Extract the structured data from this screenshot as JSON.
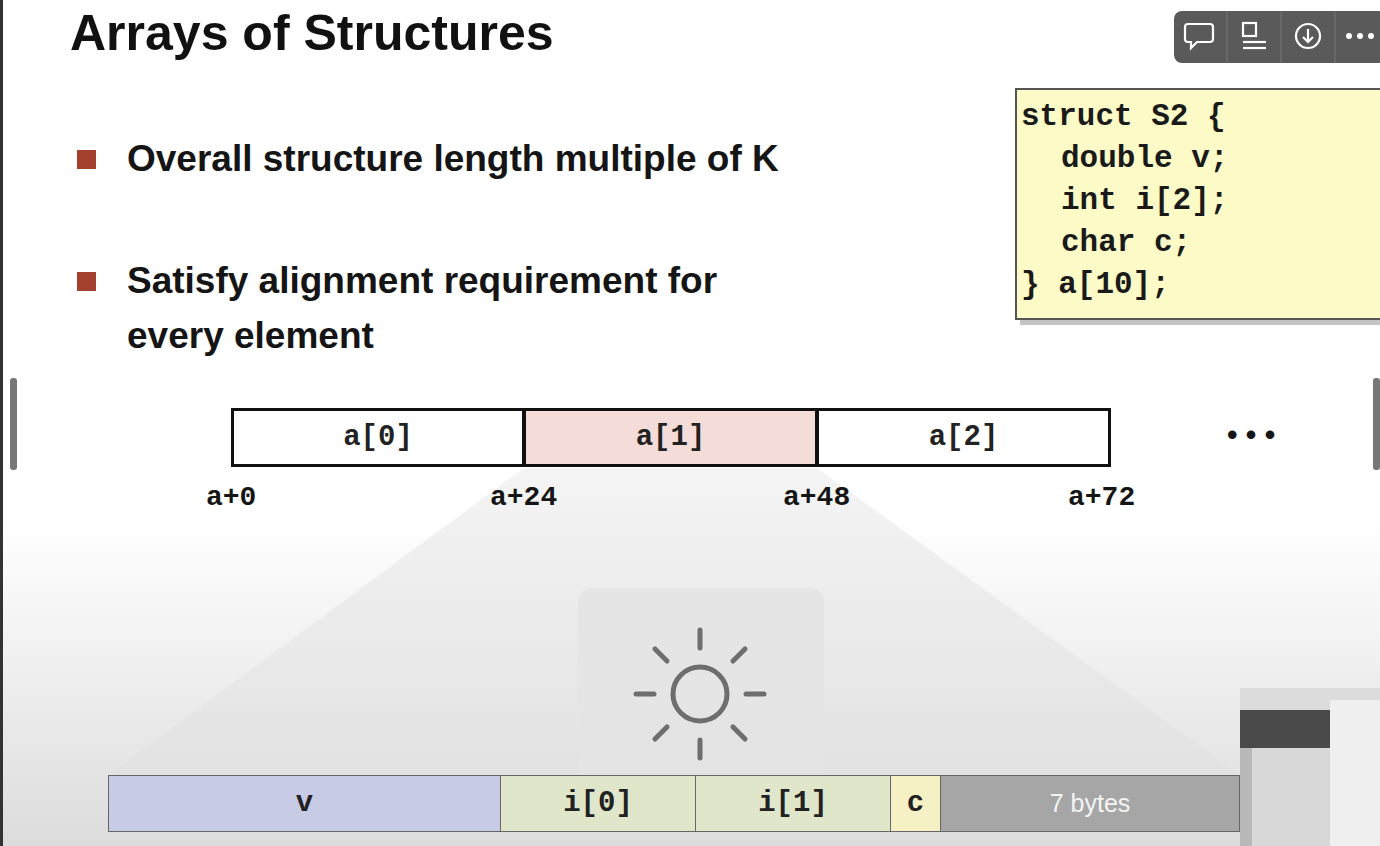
{
  "diagram": {
    "title": "Arrays of Structures",
    "nodes": [
      {
        "text": [
          "struct S2 {",
          "double v;",
          "int i[2];",
          "char c;",
          "} a[10];"
        ]
      },
      {
        "text": [
          "a[0]"
        ]
      },
      {
        "text": [
          "a[1]"
        ]
      },
      {
        "text": [
          "a[2]"
        ]
      },
      {
        "text": [
          "v"
        ]
      },
      {
        "text": [
          "i[0]"
        ]
      },
      {
        "text": [
          "i[1]"
        ]
      },
      {
        "text": [
          "c"
        ]
      },
      {
        "text": [
          "7 bytes"
        ]
      }
    ],
    "labels": [
      "Overall structure length multiple of K",
      "Satisfy alignment requirement for every element",
      "a+0",
      "a+24",
      "a+48",
      "a+72",
      "• • •"
    ]
  }
}
